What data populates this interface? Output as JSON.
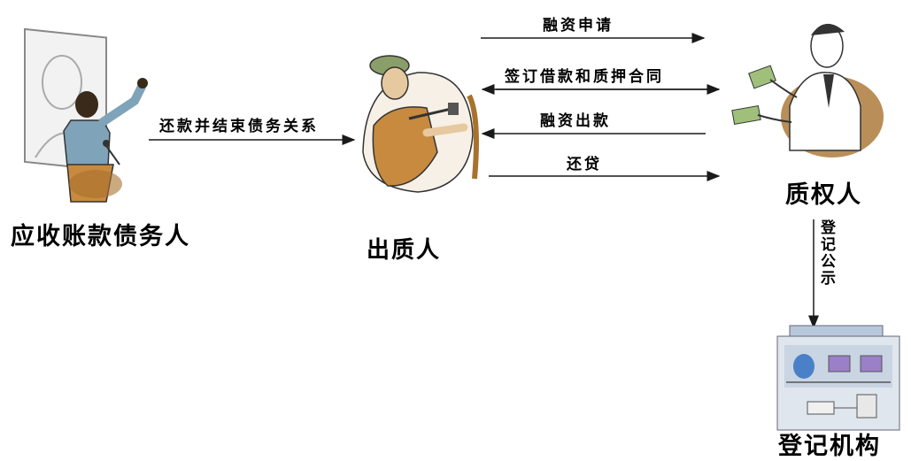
{
  "roles": {
    "debtor": "应收账款债务人",
    "pledgor": "出质人",
    "pledgee": "质权人",
    "registry": "登记机构"
  },
  "flows": {
    "repay_and_close": "还款并结束债务关系",
    "financing_application": "融资申请",
    "sign_contract": "签订借款和质押合同",
    "financing_disbursement": "融资出款",
    "repayment": "还贷",
    "registration_notice": "登记公示"
  },
  "colors": {
    "line": "#1a1a1a",
    "skin": "#c78a3e",
    "shadow": "#a8722e",
    "building": "#8fa6c0",
    "screen": "#9b7fc9"
  }
}
